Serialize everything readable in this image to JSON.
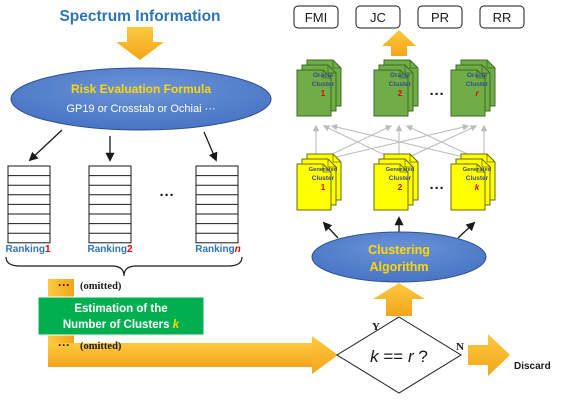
{
  "top_left_title": "Spectrum Information",
  "formula": {
    "title": "Risk Evaluation Formula",
    "options": "GP19 or Crosstab or Ochiai ···"
  },
  "rankings": [
    {
      "prefix": "Ranking",
      "index": "1"
    },
    {
      "prefix": "Ranking",
      "index": "2"
    },
    {
      "prefix": "Ranking",
      "index": "n"
    }
  ],
  "ellipsis": "···",
  "omitted_note": "(omitted)",
  "estimation": {
    "line1": "Estimation of the",
    "line2_prefix": "Number of Clusters",
    "line2_var": "k"
  },
  "metrics": [
    "FMI",
    "JC",
    "PR",
    "RR"
  ],
  "oracle_clusters": [
    {
      "line1": "Oracle",
      "line2": "Cluster",
      "index": "1"
    },
    {
      "line1": "Oracle",
      "line2": "Cluster",
      "index": "2"
    },
    {
      "line1": "Oracle",
      "line2": "Cluster",
      "index": "r"
    }
  ],
  "generated_clusters": [
    {
      "line1": "Generated",
      "line2": "Cluster",
      "index": "1"
    },
    {
      "line1": "Generated",
      "line2": "Cluster",
      "index": "2"
    },
    {
      "line1": "Generated",
      "line2": "Cluster",
      "index": "k"
    }
  ],
  "clustering": {
    "line1": "Clustering",
    "line2": "Algorithm"
  },
  "decision": {
    "lhs": "k",
    "op": " == ",
    "rhs": "r",
    "q": " ?"
  },
  "yes_label": "Y",
  "no_label": "N",
  "discard_label": "Discard",
  "colors": {
    "title_blue": "#2e75b6",
    "ellipse_blue": "#4472c4",
    "ellipse_text": "#ffd700",
    "arrow_orange": "#f4b528",
    "oracle_green": "#70ad47",
    "generated_yellow": "#ffff00",
    "estimation_green": "#00b050",
    "index_red": "#e8000b"
  }
}
